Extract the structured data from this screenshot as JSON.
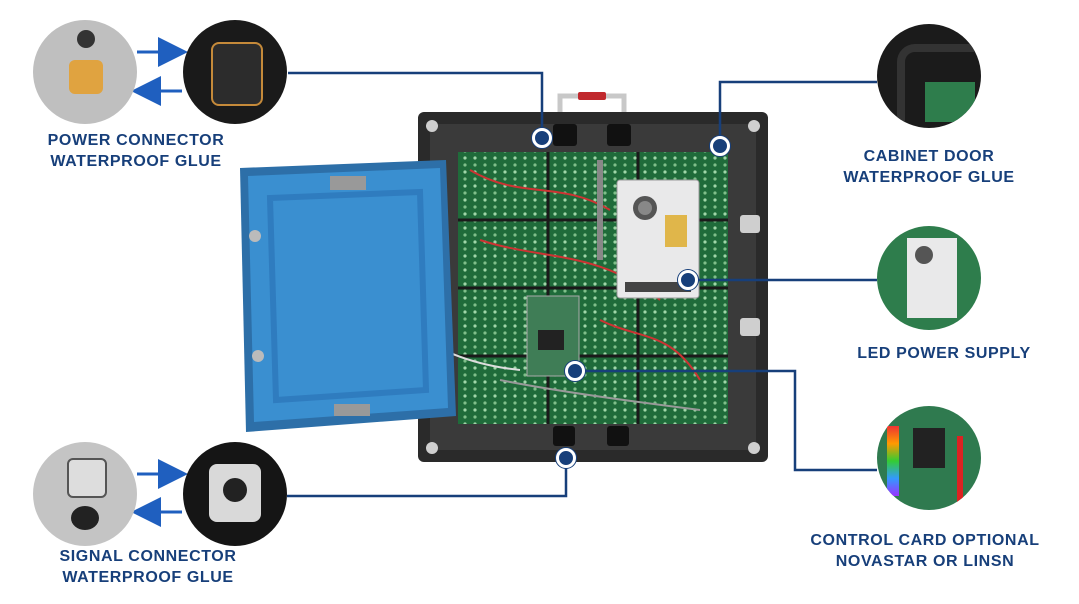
{
  "callouts": {
    "power_connector": [
      "POWER CONNECTOR",
      "WATERPROOF GLUE"
    ],
    "cabinet_door": [
      "CABINET DOOR",
      "WATERPROOF GLUE"
    ],
    "led_power_supply": [
      "LED POWER SUPPLY"
    ],
    "control_card": [
      "CONTROL CARD OPTIONAL",
      "NOVASTAR OR LINSN"
    ],
    "signal_connector": [
      "SIGNAL CONNECTOR",
      "WATERPROOF GLUE"
    ]
  },
  "colors": {
    "accent": "#173f7a",
    "arrow": "#1f5fbf",
    "door_blue": "#3a8fd0",
    "cabinet": "#2a2a2a",
    "module_green": "#1f6b3a",
    "power_supply": "#e9e9ea"
  }
}
